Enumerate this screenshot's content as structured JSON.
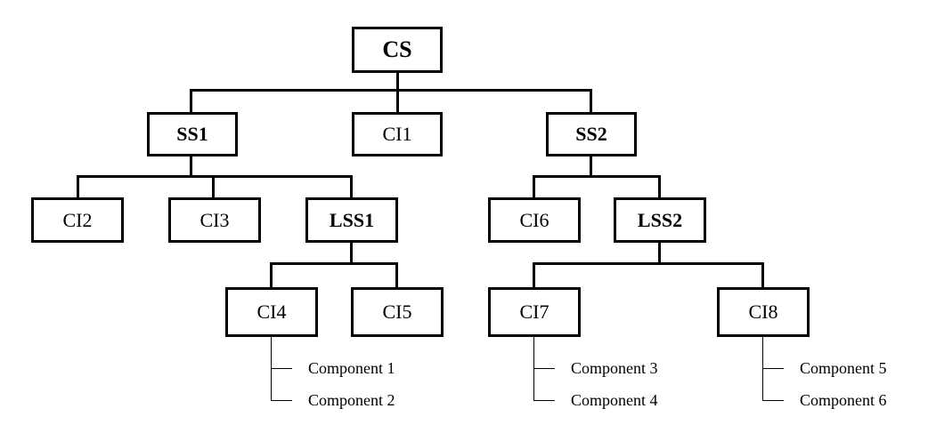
{
  "nodes": {
    "cs": "CS",
    "ss1": "SS1",
    "ci1": "CI1",
    "ss2": "SS2",
    "ci2": "CI2",
    "ci3": "CI3",
    "lss1": "LSS1",
    "ci6": "CI6",
    "lss2": "LSS2",
    "ci4": "CI4",
    "ci5": "CI5",
    "ci7": "CI7",
    "ci8": "CI8"
  },
  "components": {
    "ci4": [
      "Component 1",
      "Component 2"
    ],
    "ci7": [
      "Component 3",
      "Component 4"
    ],
    "ci8": [
      "Component 5",
      "Component 6"
    ]
  },
  "colors": {
    "stroke": "#000000",
    "background": "#ffffff"
  }
}
